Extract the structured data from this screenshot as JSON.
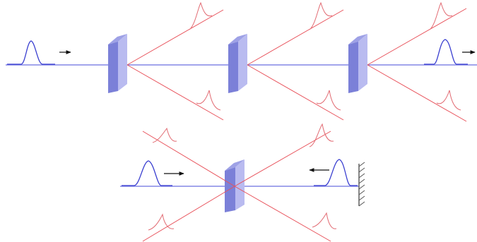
{
  "colors": {
    "beam": "#5b5fd6",
    "output_beam": "#e8525b",
    "pulse": "#3a3fd0",
    "output_pulse": "#e26b73",
    "crystal_front": "#7b80d8",
    "crystal_face": "#b9bbf0",
    "crystal_top": "#9ea1e6",
    "arrow": "#111111",
    "mirror": "#555555"
  },
  "diagram": {
    "description_elements": [
      "input-pulse",
      "crystal",
      "scattered-beams",
      "output-pulse",
      "mirror"
    ]
  }
}
